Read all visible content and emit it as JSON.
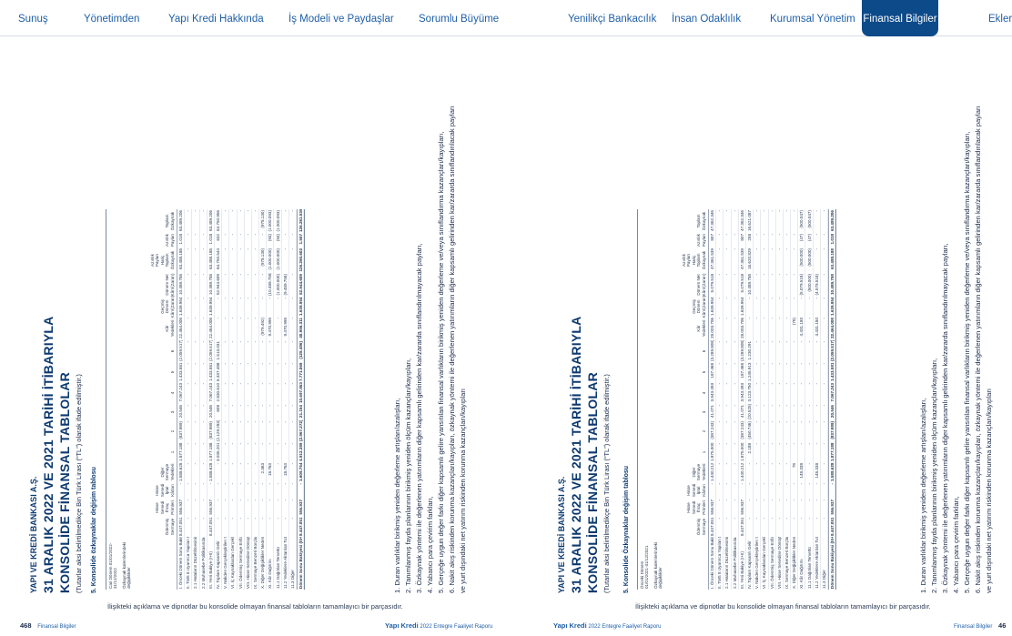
{
  "nav": {
    "tabs": [
      {
        "label": "Sunuş"
      },
      {
        "label": "Yönetimden"
      },
      {
        "label": "Yapı Kredi Hakkında"
      },
      {
        "label": "İş Modeli ve Paydaşlar"
      },
      {
        "label": "Sorumlu Büyüme"
      },
      {
        "label": "Yenilikçi Bankacılık"
      },
      {
        "label": "İnsan Odaklılık"
      },
      {
        "label": "Kurumsal Yönetim"
      },
      {
        "label": "Finansal Bilgiler"
      },
      {
        "label": "Ekler"
      }
    ],
    "active": "Finansal Bilgiler"
  },
  "pages": [
    {
      "bank": "YAPI VE KREDİ BANKASI A.Ş.",
      "title_line1": "31 ARALIK 2022 VE 2021 TARİHİ İTİBARIYLA",
      "title_line2": "KONSOLİDE FİNANSAL TABLOLAR",
      "unit_note": "(Tutarlar aksi belirtilmedikçe Bin Türk Lirası (“TL”) olarak ifade edilmiştir.)",
      "section": "5. Konsolide özkaynaklar değişim tablosu",
      "period": "Cari Dönem 01/01/2022-31/12/2022",
      "footnote": "İlişikteki açıklama ve dipnotlar bu konsolide olmayan finansal tabloların tamamlayıcı bir parçasıdır.",
      "page_number": "468",
      "page_section": "Finansal Bilgiler",
      "report_brand": "Yapı Kredi",
      "report_title": "2022 Entegre Faaliyet Raporu"
    },
    {
      "bank": "YAPI VE KREDİ BANKASI A.Ş.",
      "title_line1": "31 ARALIK 2022 VE 2021 TARİHİ İTİBARIYLA",
      "title_line2": "KONSOLİDE FİNANSAL TABLOLAR",
      "unit_note": "(Tutarlar aksi belirtilmedikçe Bin Türk Lirası (“TL”) olarak ifade edilmiştir.)",
      "section": "5. Konsolide  Özkaynaklar değişim tablosu",
      "period": "Önceki Dönem 01/01/2021-31/12/2021",
      "footnote": "İlişikteki açıklama ve dipnotlar bu konsolide olmayan finansal tabloların tamamlayıcı bir parçasıdır.",
      "page_number": "46",
      "page_section": "Finansal Bilgiler",
      "report_brand": "Yapı Kredi",
      "report_title": "2022 Entegre Faaliyet Raporu"
    }
  ],
  "notes": [
    "1. Duran varlıklar birikmiş yeniden değerleme artışları/azalışları,",
    "2. Tanımlanmış fayda planlarının birikmiş yeniden ölçüm kazançları/kayıpları,",
    "3. Özkaynak yöntemi ile değerlenen yatırımların diğer kapsamlı gelirinden kar/zararda sınıflandırılmayacak payları,",
    "4. Yabancı para çevirim farkları,",
    "5. Gerçeğe uygun değer farkı diğer kapsamlı gelire yansıtılan finansal varlıkların birikmiş yeniden değerleme ve/veya sınıflandırma kazançları/kayıpları,",
    "6. Nakit akış riskinden korunma kazançları/kayıpları, özkaynak yöntemi ile değerlenen yatırımların diğer kapsamlı gelirinden kar/zararda sınıflandırılacak payları",
    "ve yurt dışındaki net yatırım riskinden korunma kazançları/kayıpları"
  ],
  "table_headers": [
    "Özkaynak kalemlerindeki değişiklikler",
    "Ödenmiş Sermaye",
    "Hisse Senedi İhraç Primleri",
    "Hisse Senedi İptal Kârları",
    "Diğer Sermaye Yedekleri",
    "1",
    "2",
    "3",
    "4",
    "5",
    "6",
    "Kâr Yedekleri",
    "Geçmiş Dönem Kârı/(Zararı)",
    "Dönem Net Kârı/(Zararı)",
    "Azınlık Payları Hariç Toplam Özkaynak",
    "Azınlık Payları",
    "Toplam Özkaynak"
  ],
  "header_groups": {
    "not_reclassified": "Kâr veya Zararda Yeniden Sınıflandırılmayacak Birikmiş Diğer Kapsamlı Gelirler ve Giderler",
    "reclassified": "Kâr veya Zararda Yeniden Sınıflandırılacak Birikmiş Diğer Kapsamlı Gelirler ve Giderler"
  },
  "current_rows": [
    {
      "label": "I. Önceki Dönem Sonu Bakiyesi",
      "v": [
        "8.447.051",
        "556.937",
        "-",
        "1.588.628",
        "1.877.188",
        "(837.989)",
        "20.546",
        "7.067.243",
        "1.433.581",
        "(2.059.517)",
        "22.464.008",
        "1.639.954",
        "10.489.758",
        "63.488.188",
        "1.018",
        "63.489.206"
      ]
    },
    {
      "label": "II. TMS 8 Uyarınca Yapılan Düzeltmeler",
      "v": [
        "-",
        "-",
        "-",
        "-",
        "-",
        "-",
        "-",
        "-",
        "-",
        "-",
        "-",
        "-",
        "-",
        "-",
        "-",
        "-"
      ]
    },
    {
      "label": "2.1 Hataların Düzeltilmesinin Etkisi",
      "v": [
        "-",
        "-",
        "-",
        "-",
        "-",
        "-",
        "-",
        "-",
        "-",
        "-",
        "-",
        "-",
        "-",
        "-",
        "-",
        "-"
      ]
    },
    {
      "label": "2.2 Muhasebe Politikasında Yapılan Değişikliklerin Etkisi",
      "v": [
        "-",
        "-",
        "-",
        "-",
        "-",
        "-",
        "-",
        "-",
        "-",
        "-",
        "-",
        "-",
        "-",
        "-",
        "-",
        "-"
      ]
    },
    {
      "label": "III. Yeni Bakiye (I+II)",
      "v": [
        "8.447.051",
        "556.937",
        "-",
        "1.588.628",
        "1.877.188",
        "(837.989)",
        "20.546",
        "7.067.243",
        "1.433.581",
        "(2.059.517)",
        "22.464.008",
        "1.639.954",
        "10.489.758",
        "63.488.188",
        "1.018",
        "63.489.206"
      ]
    },
    {
      "label": "IV. Toplam Kapsamlı Gelir",
      "v": [
        "-",
        "-",
        "-",
        "-",
        "3.035.201",
        "(2.129.283)",
        "608",
        "2.830.610",
        "6.337.488",
        "1.513.031",
        "-",
        "-",
        "52.944.609",
        "64.750.544",
        "632",
        "64.750.956"
      ]
    },
    {
      "label": "V. Nakden Gerçekleştirilen Sermaye Artırımı",
      "v": [
        "-",
        "-",
        "-",
        "-",
        "-",
        "-",
        "-",
        "-",
        "-",
        "-",
        "-",
        "-",
        "-",
        "-",
        "-",
        "-"
      ]
    },
    {
      "label": "VI. İç Kaynaklardan Gerçekleştirilen Sermaye Artırımı",
      "v": [
        "-",
        "-",
        "-",
        "-",
        "-",
        "-",
        "-",
        "-",
        "-",
        "-",
        "-",
        "-",
        "-",
        "-",
        "-",
        "-"
      ]
    },
    {
      "label": "VII. Ödenmiş Sermaye Enflasyon Düzeltme Farkı",
      "v": [
        "-",
        "-",
        "-",
        "-",
        "-",
        "-",
        "-",
        "-",
        "-",
        "-",
        "-",
        "-",
        "-",
        "-",
        "-",
        "-"
      ]
    },
    {
      "label": "VIII. Hisse Senedine Dönüştürülebilir Tahviller",
      "v": [
        "-",
        "-",
        "-",
        "-",
        "-",
        "-",
        "-",
        "-",
        "-",
        "-",
        "-",
        "-",
        "-",
        "-",
        "-",
        "-"
      ]
    },
    {
      "label": "IX. Sermaye Benzeri Borçlanma Araçları",
      "v": [
        "-",
        "-",
        "-",
        "-",
        "-",
        "-",
        "-",
        "-",
        "-",
        "-",
        "-",
        "-",
        "-",
        "-",
        "-",
        "-"
      ]
    },
    {
      "label": "X. Diğer Değişiklikler Nedeniyle Artış /Azalış",
      "v": [
        "-",
        "-",
        "-",
        "2.363",
        "-",
        "-",
        "-",
        "-",
        "-",
        "-",
        "(979.492)",
        "-",
        "-",
        "(978.130)",
        "-",
        "(978.130)"
      ]
    },
    {
      "label": "XI. Kâr Dağıtımı",
      "v": [
        "-",
        "-",
        "-",
        "18.763",
        "-",
        "-",
        "-",
        "-",
        "-",
        "-",
        "9.470.995",
        "-",
        "(10.489.758)",
        "(1.000.000)",
        "(93)",
        "(1.000.093)"
      ]
    },
    {
      "label": "11.1 Dağıtılan Temettü",
      "v": [
        "-",
        "-",
        "-",
        "-",
        "-",
        "-",
        "-",
        "-",
        "-",
        "-",
        "-",
        "-",
        "(1.000.000)",
        "(1.000.000)",
        "(93)",
        "(1.000.093)"
      ]
    },
    {
      "label": "11.2 Yedeklere Aktarılan Tutarlar",
      "v": [
        "-",
        "-",
        "-",
        "18.763",
        "-",
        "-",
        "-",
        "-",
        "-",
        "-",
        "9.470.995",
        "-",
        "(9.489.758)",
        "-",
        "-",
        "-"
      ]
    },
    {
      "label": "11.3 Diğer",
      "v": [
        "-",
        "-",
        "-",
        "-",
        "-",
        "-",
        "-",
        "-",
        "-",
        "-",
        "-",
        "-",
        "-",
        "-",
        "-",
        "-"
      ]
    },
    {
      "label": "Dönem Sonu Bakiyesi (III+IV+...+XI)",
      "v": [
        "8.447.051",
        "556.937",
        "-",
        "1.609.754",
        "4.912.389",
        "(2.967.272)",
        "21.154",
        "10.697.853",
        "7.771.069",
        "(128.486)",
        "40.956.311",
        "1.639.954",
        "52.944.609",
        "126.260.602",
        "1.557",
        "126.261.539"
      ],
      "bold": true
    }
  ],
  "prior_rows": [
    {
      "label": "I. Önceki Dönem Sonu Bakiyesi",
      "v": [
        "8.447.051",
        "556.937",
        "-",
        "1.440.212",
        "1.875.000",
        "(387.243)",
        "41.071",
        "3.943.493",
        "187.468",
        "(3.289.808)",
        "28.003.706",
        "1.639.954",
        "5.079.518",
        "47.361.539",
        "807",
        "47.362.346"
      ]
    },
    {
      "label": "II. TMS 8 Uyarınca Yapılan Düzeltmeler",
      "v": [
        "-",
        "-",
        "-",
        "-",
        "-",
        "-",
        "-",
        "-",
        "-",
        "-",
        "-",
        "-",
        "-",
        "-",
        "-",
        "-"
      ]
    },
    {
      "label": "2.1 Hataların Düzeltilmesinin Etkisi",
      "v": [
        "-",
        "-",
        "-",
        "-",
        "-",
        "-",
        "-",
        "-",
        "-",
        "-",
        "-",
        "-",
        "-",
        "-",
        "-",
        "-"
      ]
    },
    {
      "label": "2.2 Muhasebe Politikasında Yapılan Değişikliklerin Etkisi",
      "v": [
        "-",
        "-",
        "-",
        "-",
        "-",
        "-",
        "-",
        "-",
        "-",
        "-",
        "-",
        "-",
        "-",
        "-",
        "-",
        "-"
      ]
    },
    {
      "label": "III. Yeni Bakiye (I+II)",
      "v": [
        "8.447.051",
        "556.937",
        "-",
        "1.440.212",
        "1.875.000",
        "(387.243)",
        "41.071",
        "3.943.493",
        "187.468",
        "(3.289.808)",
        "28.003.706",
        "1.639.954",
        "5.079.518",
        "47.361.539",
        "807",
        "47.362.346"
      ]
    },
    {
      "label": "IV. Toplam Kapsamlı Gelir",
      "v": [
        "-",
        "-",
        "-",
        "-",
        "2.188",
        "(450.746)",
        "(20.525)",
        "3.123.750",
        "1.245.913",
        "1.230.291",
        "-",
        "-",
        "10.489.758",
        "16.620.829",
        "258",
        "16.621.087"
      ]
    },
    {
      "label": "V. Nakden Gerçekleştirilen Sermaye Artırımı",
      "v": [
        "-",
        "-",
        "-",
        "-",
        "-",
        "-",
        "-",
        "-",
        "-",
        "-",
        "-",
        "-",
        "-",
        "-",
        "-",
        "-"
      ]
    },
    {
      "label": "VI. İç Kaynaklardan Gerçekleştirilen Sermaye Artırımı",
      "v": [
        "-",
        "-",
        "-",
        "-",
        "-",
        "-",
        "-",
        "-",
        "-",
        "-",
        "-",
        "-",
        "-",
        "-",
        "-",
        "-"
      ]
    },
    {
      "label": "VII. Ödenmiş Sermaye Enflasyon Düzeltme Farkı",
      "v": [
        "-",
        "-",
        "-",
        "-",
        "-",
        "-",
        "-",
        "-",
        "-",
        "-",
        "-",
        "-",
        "-",
        "-",
        "-",
        "-"
      ]
    },
    {
      "label": "VIII. Hisse Senedine Dönüştürülebilir Tahviller",
      "v": [
        "-",
        "-",
        "-",
        "-",
        "-",
        "-",
        "-",
        "-",
        "-",
        "-",
        "-",
        "-",
        "-",
        "-",
        "-",
        "-"
      ]
    },
    {
      "label": "IX. Sermaye Benzeri Borçlanma Araçları",
      "v": [
        "-",
        "-",
        "-",
        "-",
        "-",
        "-",
        "-",
        "-",
        "-",
        "-",
        "-",
        "-",
        "-",
        "-",
        "-",
        "-"
      ]
    },
    {
      "label": "X. Diğer Değişiklikler Nedeniyle Artış /Azalış",
      "v": [
        "-",
        "-",
        "-",
        "78",
        "-",
        "-",
        "-",
        "-",
        "-",
        "-",
        "(78)",
        "-",
        "-",
        "-",
        "-",
        "-"
      ]
    },
    {
      "label": "XI. Kâr Dağıtımı",
      "v": [
        "-",
        "-",
        "-",
        "148.338",
        "-",
        "-",
        "-",
        "-",
        "-",
        "-",
        "4.431.180",
        "-",
        "(5.079.518)",
        "(500.000)",
        "(47)",
        "(500.047)"
      ]
    },
    {
      "label": "11.1 Dağıtılan Temettü",
      "v": [
        "-",
        "-",
        "-",
        "-",
        "-",
        "-",
        "-",
        "-",
        "-",
        "-",
        "-",
        "-",
        "(500.000)",
        "(500.000)",
        "(47)",
        "(500.047)"
      ]
    },
    {
      "label": "11.2 Yedeklere Aktarılan Tutarlar",
      "v": [
        "-",
        "-",
        "-",
        "148.338",
        "-",
        "-",
        "-",
        "-",
        "-",
        "-",
        "4.431.180",
        "-",
        "(4.579.518)",
        "-",
        "-",
        "-"
      ]
    },
    {
      "label": "11.3 Diğer",
      "v": [
        "-",
        "-",
        "-",
        "-",
        "-",
        "-",
        "-",
        "-",
        "-",
        "-",
        "-",
        "-",
        "-",
        "-",
        "-",
        "-"
      ]
    },
    {
      "label": "Dönem Sonu Bakiyesi (III+IV+...+XI)",
      "v": [
        "8.447.051",
        "556.937",
        "-",
        "1.588.628",
        "1.877.188",
        "(837.989)",
        "20.546",
        "7.067.243",
        "1.433.581",
        "(2.059.517)",
        "22.464.008",
        "1.639.954",
        "10.489.758",
        "63.488.188",
        "1.018",
        "63.489.206"
      ],
      "bold": true
    }
  ]
}
